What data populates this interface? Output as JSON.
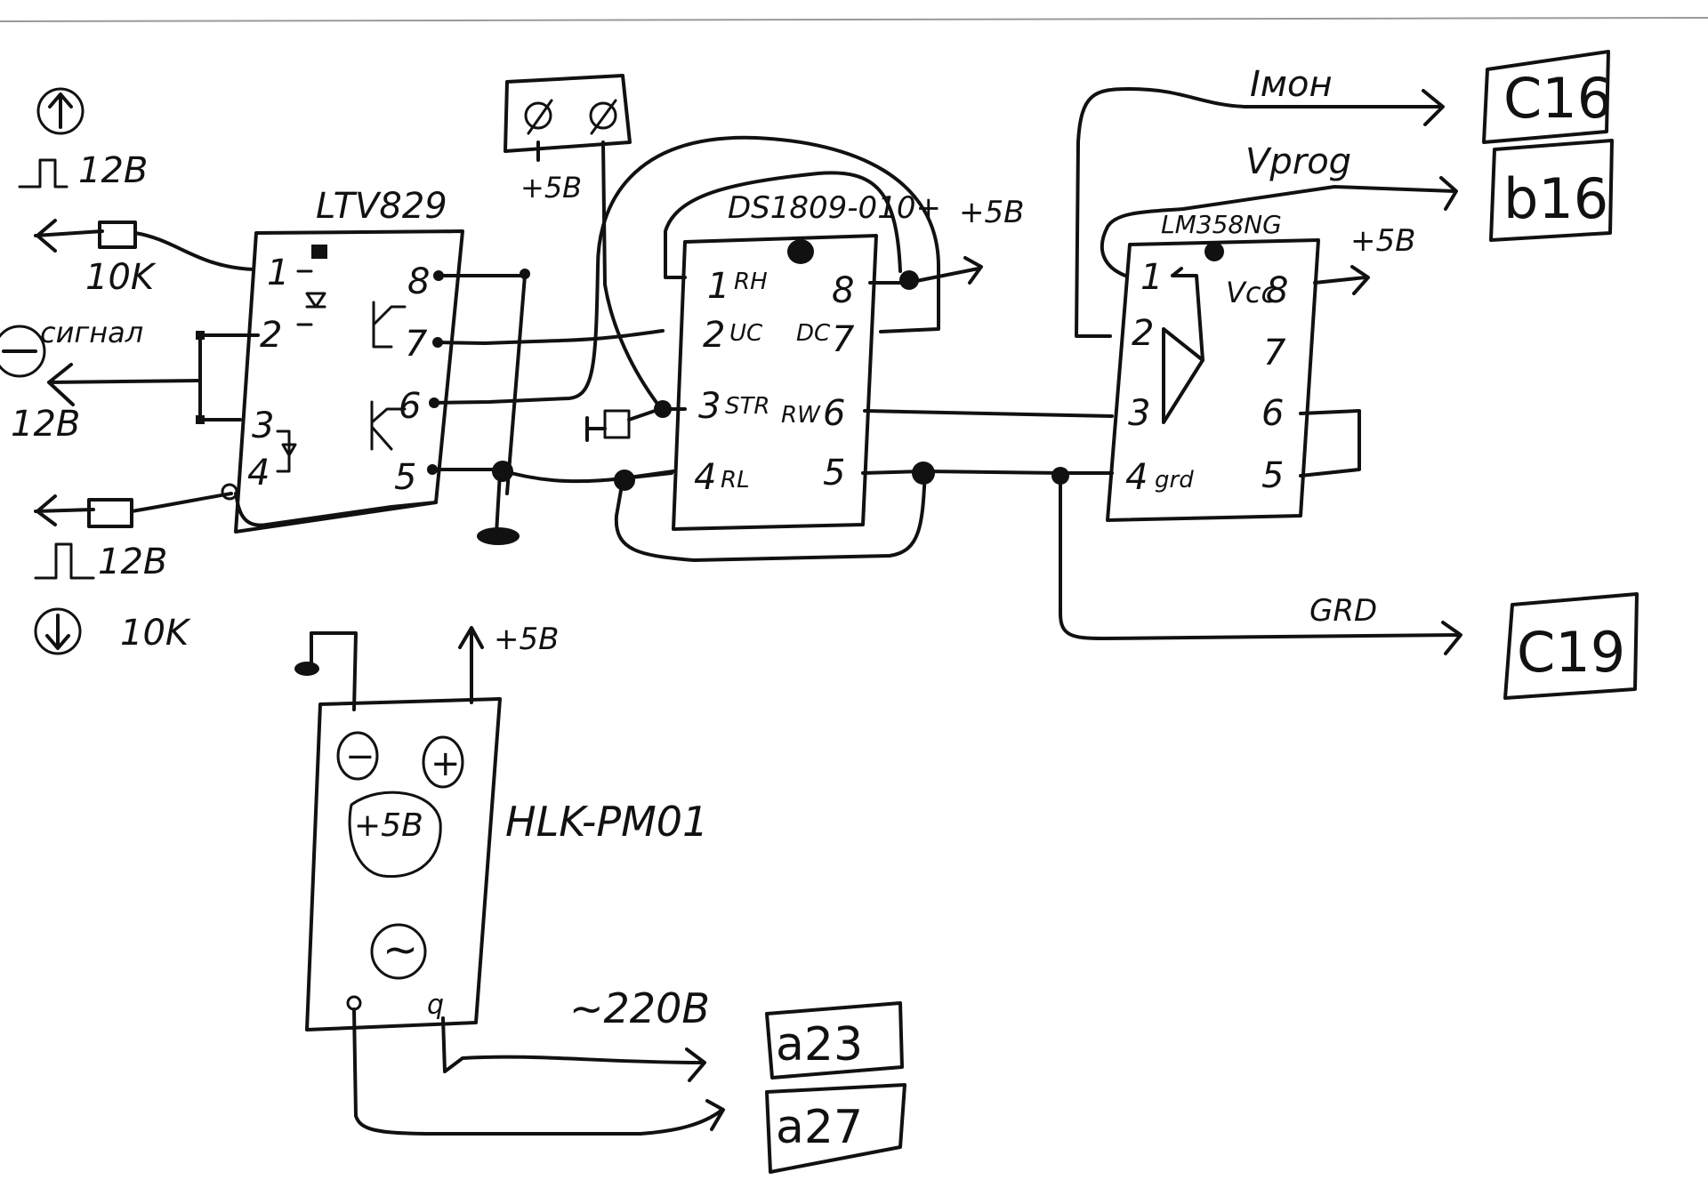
{
  "diagram": {
    "type": "hand-drawn circuit schematic",
    "background": "#ffffff",
    "ink": "#111111",
    "inputs": {
      "up_signal": {
        "symbol": "up-arrow-in-circle",
        "pulse_label": "12В",
        "resistor": "10K"
      },
      "minus_signal": {
        "symbol": "minus-in-circle",
        "label": "сигнал",
        "voltage": "12В"
      },
      "down_signal": {
        "symbol": "down-arrow-in-circle",
        "pulse_label": "12В",
        "resistor": "10K"
      }
    },
    "components": {
      "optocoupler": {
        "name": "LTV829",
        "left_pins": [
          "1",
          "2",
          "3",
          "4"
        ],
        "right_pins": [
          "8",
          "7",
          "6",
          "5"
        ]
      },
      "connector": {
        "label": "+5В",
        "terminals": [
          "ø",
          "ø"
        ]
      },
      "potentiometer": {
        "name": "DS1809-010+",
        "supply": "+5В",
        "left_pins": [
          {
            "num": "1",
            "name": "RH"
          },
          {
            "num": "2",
            "name": "UC"
          },
          {
            "num": "3",
            "name": "STR"
          },
          {
            "num": "4",
            "name": "RL"
          }
        ],
        "right_pins": [
          {
            "num": "8",
            "name": ""
          },
          {
            "num": "7",
            "name": "DC"
          },
          {
            "num": "6",
            "name": "RW"
          },
          {
            "num": "5",
            "name": ""
          }
        ]
      },
      "opamp": {
        "name": "LM358NG",
        "supply": "+5В",
        "left_pins": [
          {
            "num": "1",
            "name": ""
          },
          {
            "num": "2",
            "name": ""
          },
          {
            "num": "3",
            "name": ""
          },
          {
            "num": "4",
            "name": "grd"
          }
        ],
        "right_pins": [
          {
            "num": "8",
            "name": "Vcc"
          },
          {
            "num": "7",
            "name": ""
          },
          {
            "num": "6",
            "name": ""
          },
          {
            "num": "5",
            "name": ""
          }
        ]
      },
      "power_supply": {
        "name": "HLK-PM01",
        "minus": "−",
        "plus": "+",
        "output": "+5В",
        "ac_symbol": "~",
        "output_label": "+5В",
        "mains": "~220В"
      }
    },
    "signals": [
      {
        "label": "Iмон",
        "target": "C16"
      },
      {
        "label": "Vprog",
        "target": "b16"
      },
      {
        "label": "GRD",
        "target": "C19"
      }
    ],
    "mains_targets": [
      "a23",
      "a27"
    ]
  }
}
